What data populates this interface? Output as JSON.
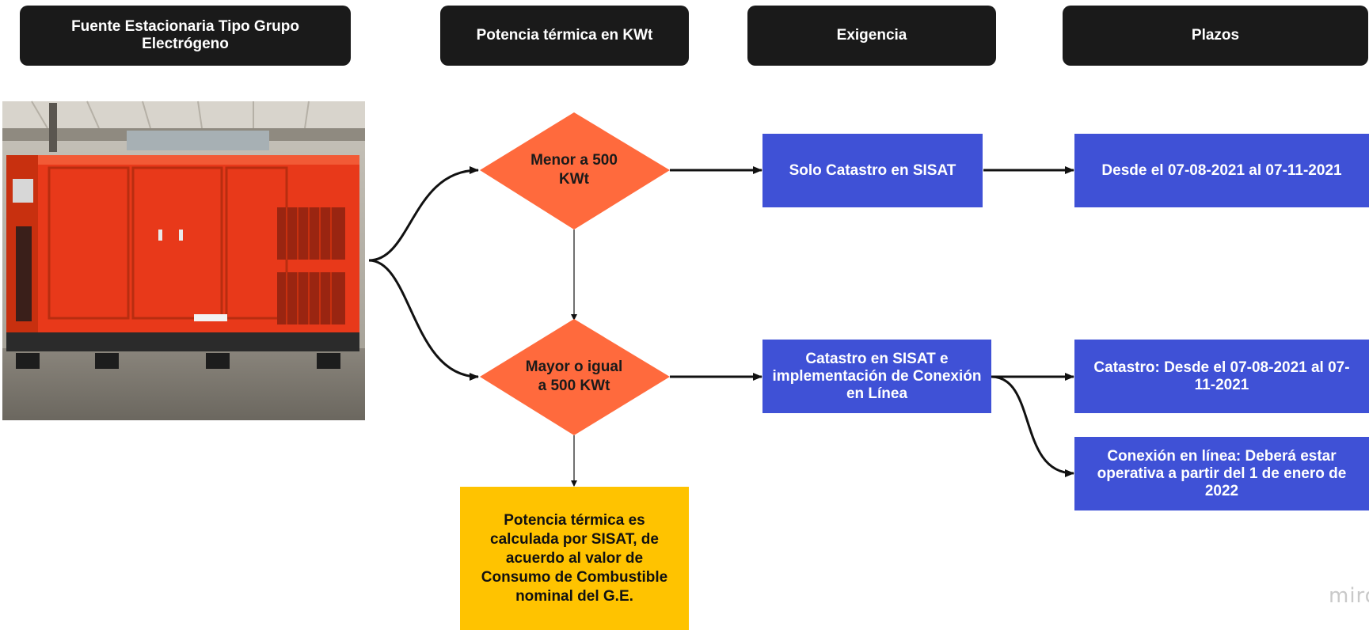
{
  "headers": [
    "Fuente Estacionaria Tipo Grupo Electrógeno",
    "Potencia térmica en KWt",
    "Exigencia",
    "Plazos"
  ],
  "decisions": {
    "lower": "Menor a 500 KWt",
    "higher": "Mayor o igual a 500 KWt"
  },
  "requirements": {
    "lower": "Solo Catastro en SISAT",
    "higher": "Catastro en SISAT e implementación de Conexión en Línea"
  },
  "deadlines": {
    "lower": "Desde el 07-08-2021 al 07-11-2021",
    "catastro": "Catastro: Desde el 07-08-2021 al 07-11-2021",
    "conexion": "Conexión en línea: Deberá estar operativa a partir del 1 de enero de 2022"
  },
  "note": "Potencia térmica es calculada por SISAT, de acuerdo al valor de Consumo de Combustible nominal del G.E.",
  "watermark": "miro",
  "colors": {
    "header": "#1a1a1a",
    "decision": "#ff6a3d",
    "box": "#3f51d6",
    "note": "#ffc300",
    "generator": "#e8391a"
  },
  "image": {
    "subject": "orange-generator-photo"
  }
}
